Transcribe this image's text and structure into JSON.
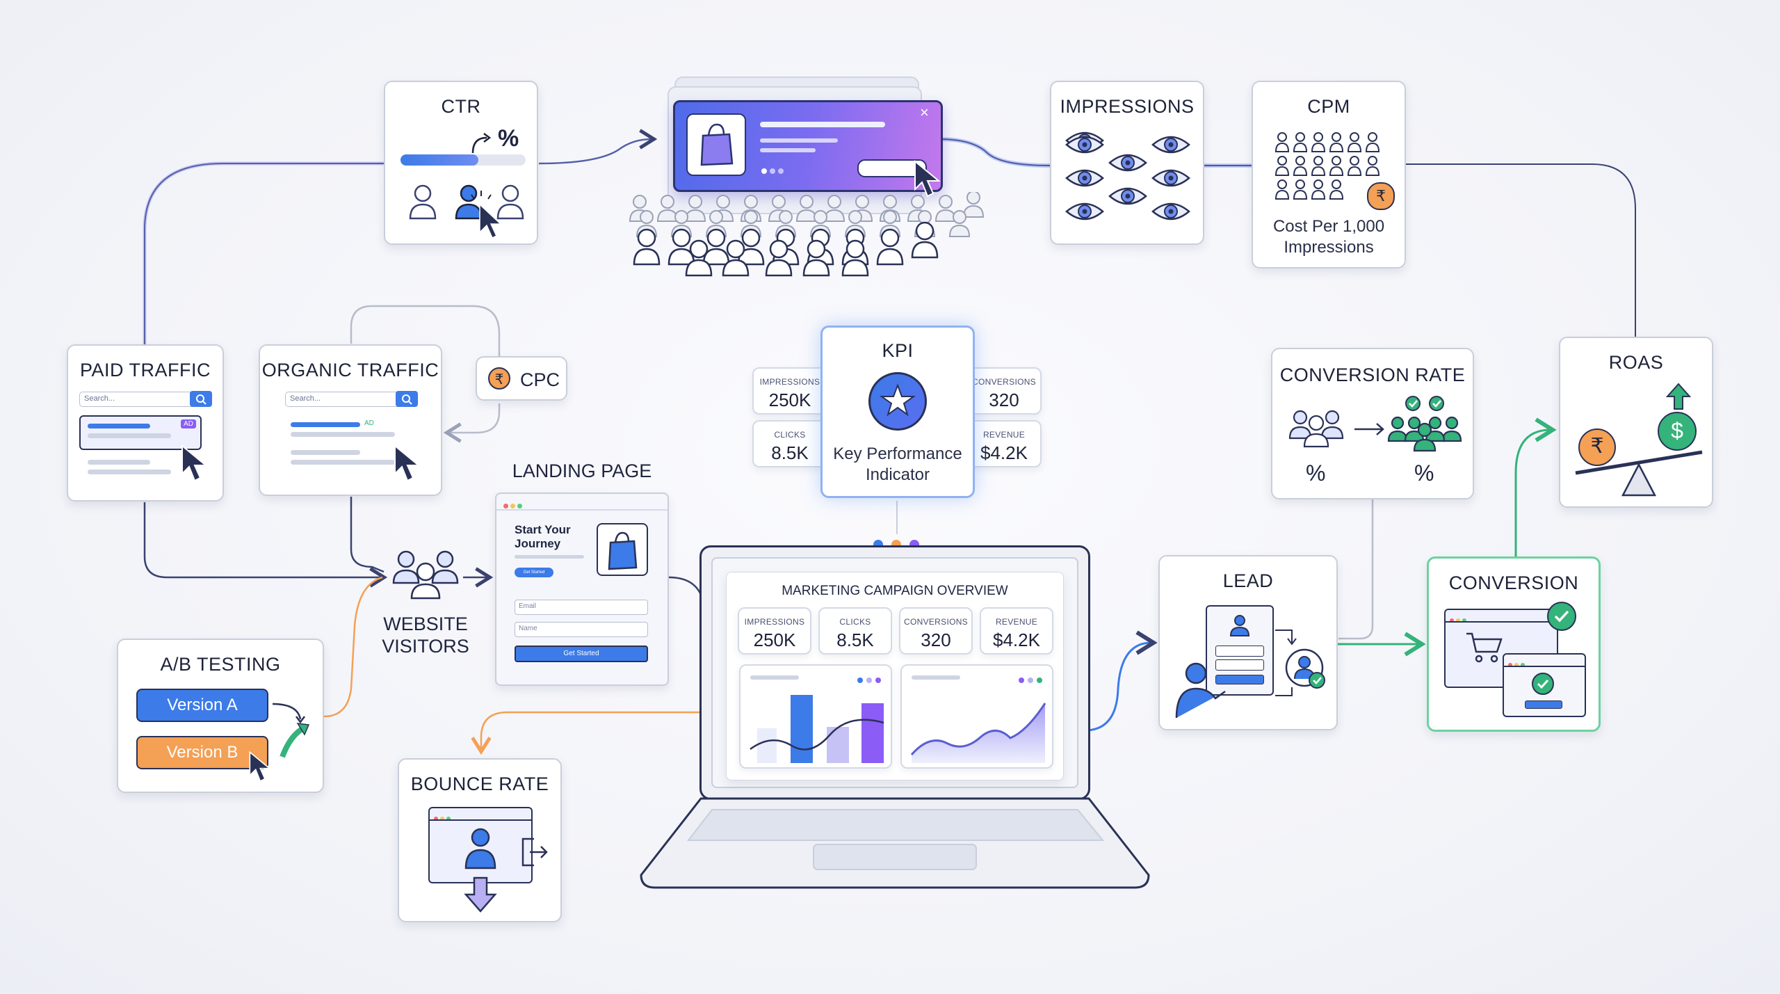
{
  "colors": {
    "accent_blue": "#3c7be8",
    "accent_purple": "#8b5cf6",
    "accent_orange": "#f4a055",
    "accent_green": "#34b37a",
    "card_border": "#c9cedb",
    "dark_navy": "#1d2238"
  },
  "ctr": {
    "title": "CTR",
    "percent_symbol": "%"
  },
  "impressions": {
    "title": "IMPRESSIONS"
  },
  "cpm": {
    "title": "CPM",
    "caption_line1": "Cost Per 1,000",
    "caption_line2": "Impressions",
    "currency_symbol": "₹"
  },
  "paid_traffic": {
    "title": "PAID TRAFFIC",
    "search_placeholder": "Search...",
    "ad_badge": "AD"
  },
  "organic_traffic": {
    "title": "ORGANIC TRAFFIC",
    "search_placeholder": "Search...",
    "ad_badge": "AD"
  },
  "cpc": {
    "label": "CPC",
    "currency_symbol": "₹"
  },
  "kpi": {
    "title": "KPI",
    "caption_line1": "Key Performance",
    "caption_line2": "Indicator",
    "stats": {
      "impressions_label": "IMPRESSIONS",
      "impressions_value": "250K",
      "clicks_label": "CLICKS",
      "clicks_value": "8.5K",
      "conversions_label": "CONVERSIONS",
      "conversions_value": "320",
      "revenue_label": "REVENUE",
      "revenue_value": "$4.2K"
    }
  },
  "landing_page": {
    "title": "LANDING PAGE",
    "headline_line1": "Start Your",
    "headline_line2": "Journey",
    "small_button": "Get Started",
    "email_placeholder": "Email",
    "name_placeholder": "Name",
    "cta": "Get Started"
  },
  "website_visitors": {
    "line1": "WEBSITE",
    "line2": "VISITORS"
  },
  "ab_testing": {
    "title": "A/B TESTING",
    "version_a": "Version A",
    "version_b": "Version B"
  },
  "bounce_rate": {
    "title": "BOUNCE RATE"
  },
  "dashboard": {
    "title": "MARKETING CAMPAIGN OVERVIEW",
    "impressions_label": "IMPRESSIONS",
    "impressions_value": "250K",
    "clicks_label": "CLICKS",
    "clicks_value": "8.5K",
    "conversions_label": "CONVERSIONS",
    "conversions_value": "320",
    "revenue_label": "REVENUE",
    "revenue_value": "$4.2K"
  },
  "conversion_rate": {
    "title": "CONVERSION RATE",
    "percent_left": "%",
    "percent_right": "%"
  },
  "roas": {
    "title": "ROAS",
    "currency_symbol": "₹",
    "dollar_symbol": "$"
  },
  "lead": {
    "title": "LEAD"
  },
  "conversion": {
    "title": "CONVERSION"
  }
}
